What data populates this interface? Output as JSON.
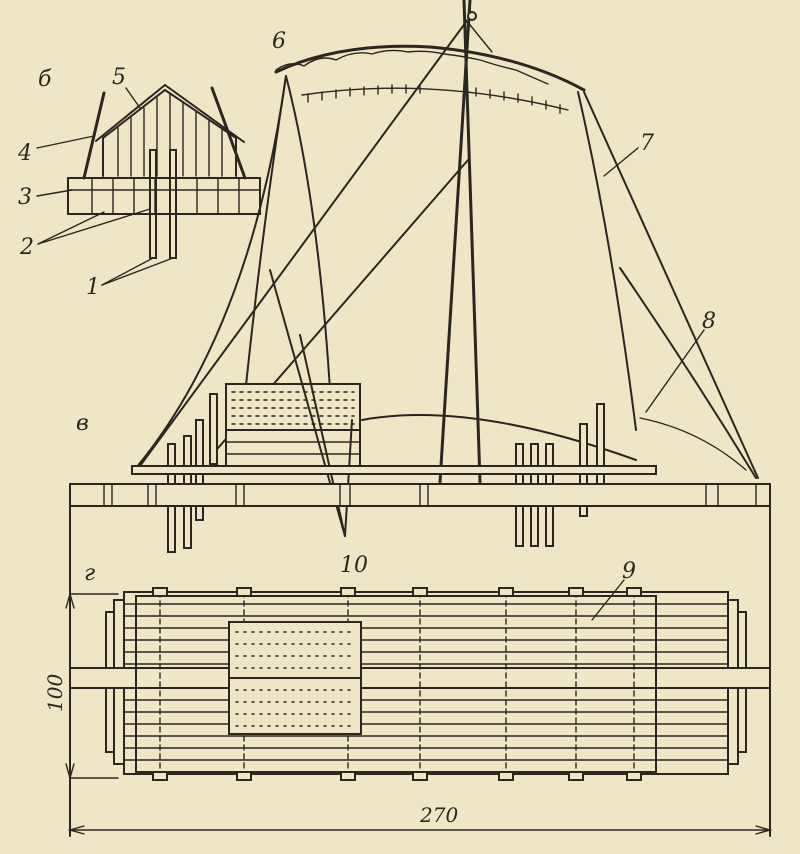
{
  "view_labels": {
    "b": "б",
    "v": "в",
    "g": "г"
  },
  "callouts": [
    "1",
    "2",
    "3",
    "4",
    "5",
    "6",
    "7",
    "8",
    "9",
    "10"
  ],
  "dimensions": {
    "width": "100",
    "length": "270"
  },
  "colors": {
    "paper": "#efe6c8",
    "ink": "#2a2620"
  }
}
